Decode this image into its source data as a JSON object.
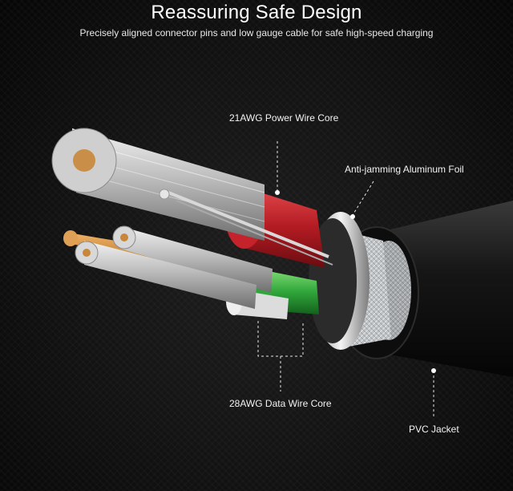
{
  "header": {
    "title": "Reassuring Safe Design",
    "subtitle": "Precisely aligned connector pins and low gauge cable for safe high-speed charging"
  },
  "callouts": {
    "power_core": "21AWG Power  Wire Core",
    "foil": "Anti-jamming Aluminum Foil",
    "data_core": "28AWG Data Wire Core",
    "jacket": "PVC Jacket"
  },
  "colors": {
    "background": "#121212",
    "power_insulation": "#c4232b",
    "data_insulation": "#2fa53a",
    "copper": "#c8873a",
    "foil": "#cfd3d6",
    "jacket": "#111111"
  }
}
